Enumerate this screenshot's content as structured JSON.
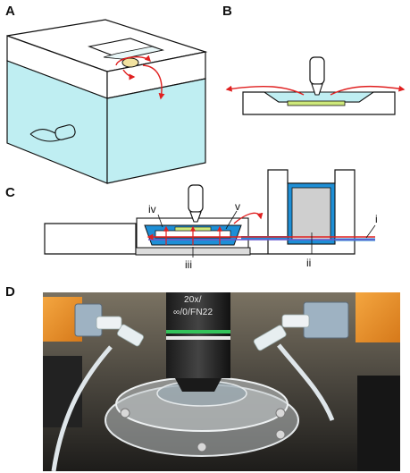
{
  "panels": {
    "a": "A",
    "b": "B",
    "c": "C",
    "d": "D"
  },
  "labels_c": {
    "i": "i",
    "ii": "ii",
    "iii": "iii",
    "iv": "iv",
    "v": "v"
  },
  "photo_text": {
    "objective_line1": "20x/",
    "objective_line2": "∞/0/FN22"
  },
  "colors": {
    "fluid": "#bfeef2",
    "chamber_blue": "#1e8fd6",
    "arrow_red": "#e02020",
    "tube_purple": "#6a5acd",
    "sample_green": "#cde87a",
    "reservoir_gray": "#cfcfcf"
  }
}
